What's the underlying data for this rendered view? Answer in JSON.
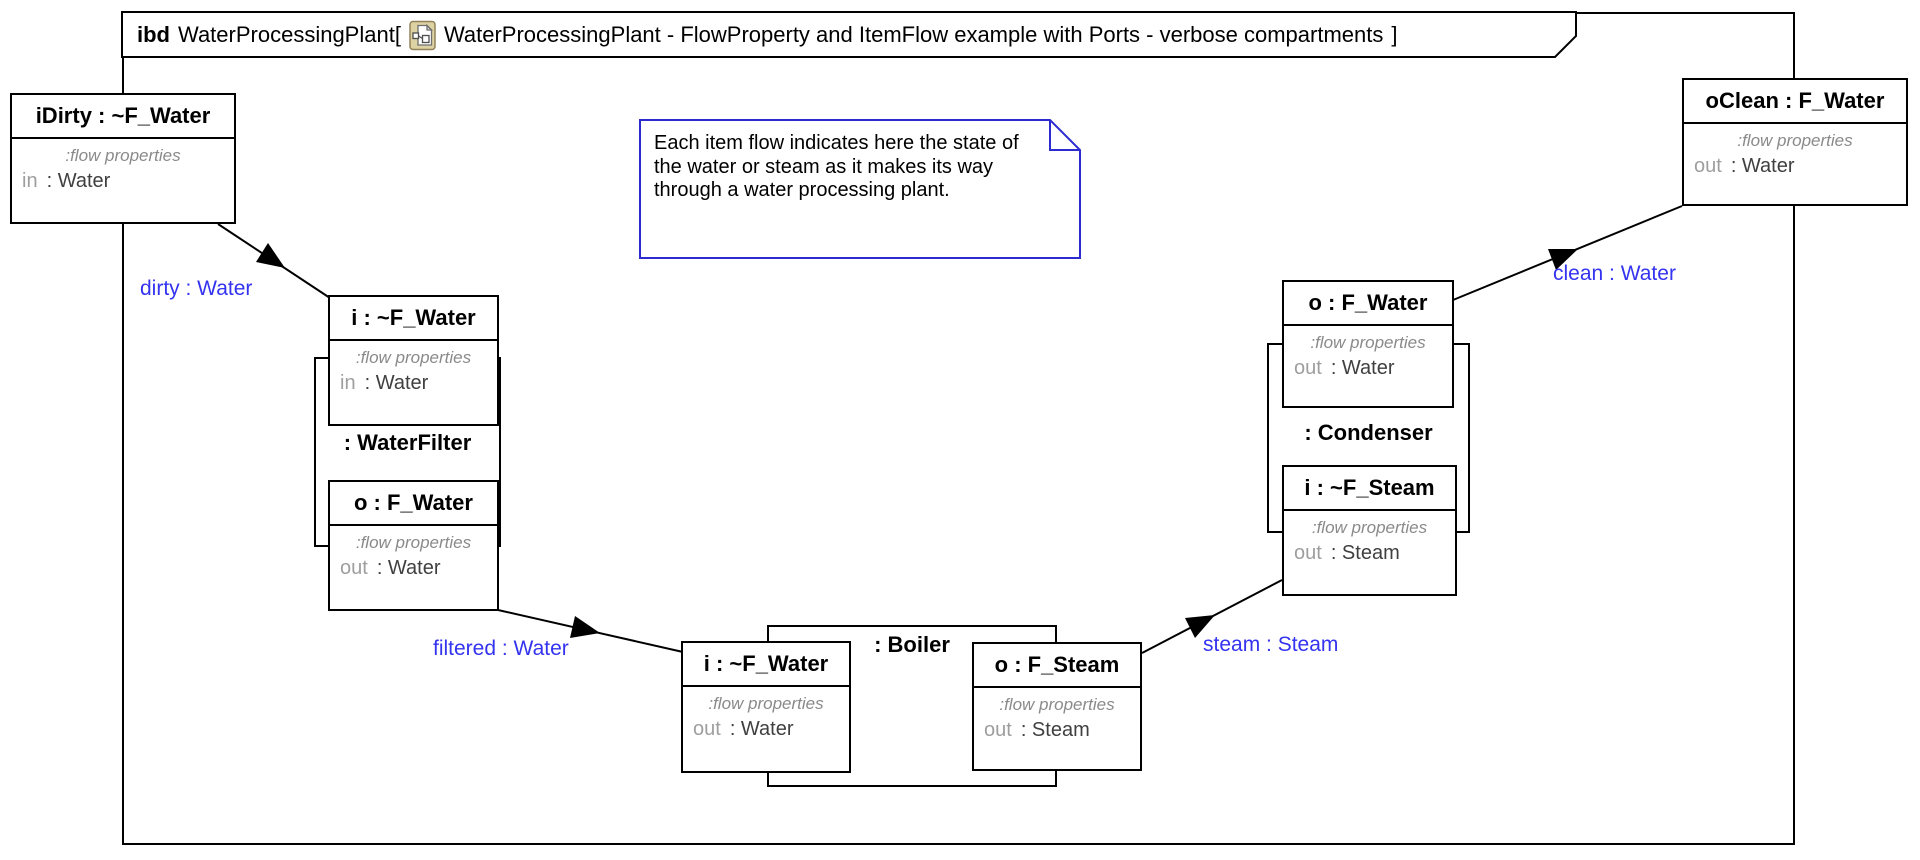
{
  "frame": {
    "kind": "ibd",
    "title": "WaterProcessingPlant[",
    "diagram_name": "WaterProcessingPlant - FlowProperty and ItemFlow example with Ports - verbose compartments",
    "close_bracket": "]",
    "icon": "diagram-icon"
  },
  "note": {
    "text": "Each item flow indicates here the state of the water or steam as it makes its way through a water processing plant."
  },
  "blocks": {
    "idirty": {
      "header": "iDirty : ~F_Water",
      "caption": ":flow properties",
      "direction": "in",
      "value": ": Water"
    },
    "oclean": {
      "header": "oClean : F_Water",
      "caption": ":flow properties",
      "direction": "out",
      "value": ": Water"
    },
    "waterfilter": {
      "label": ": WaterFilter",
      "port_in": {
        "header": "i : ~F_Water",
        "caption": ":flow properties",
        "direction": "in",
        "value": ": Water"
      },
      "port_out": {
        "header": "o : F_Water",
        "caption": ":flow properties",
        "direction": "out",
        "value": ": Water"
      }
    },
    "boiler": {
      "label": ": Boiler",
      "port_in": {
        "header": "i : ~F_Water",
        "caption": ":flow properties",
        "direction": "out",
        "value": ": Water"
      },
      "port_out": {
        "header": "o : F_Steam",
        "caption": ":flow properties",
        "direction": "out",
        "value": ": Steam"
      }
    },
    "condenser": {
      "label": ": Condenser",
      "port_out": {
        "header": "o : F_Water",
        "caption": ":flow properties",
        "direction": "out",
        "value": ": Water"
      },
      "port_in": {
        "header": "i : ~F_Steam",
        "caption": ":flow properties",
        "direction": "out",
        "value": ": Steam"
      }
    }
  },
  "flows": {
    "dirty": "dirty : Water",
    "filtered": "filtered : Water",
    "steam": "steam : Steam",
    "clean": "clean : Water"
  },
  "colors": {
    "flow_label_blue": "#3333f0",
    "note_border_blue": "#2b2bd0",
    "line_black": "#000000",
    "muted_gray": "#8a8a8a",
    "icon_tan": "#ddd2a2"
  }
}
